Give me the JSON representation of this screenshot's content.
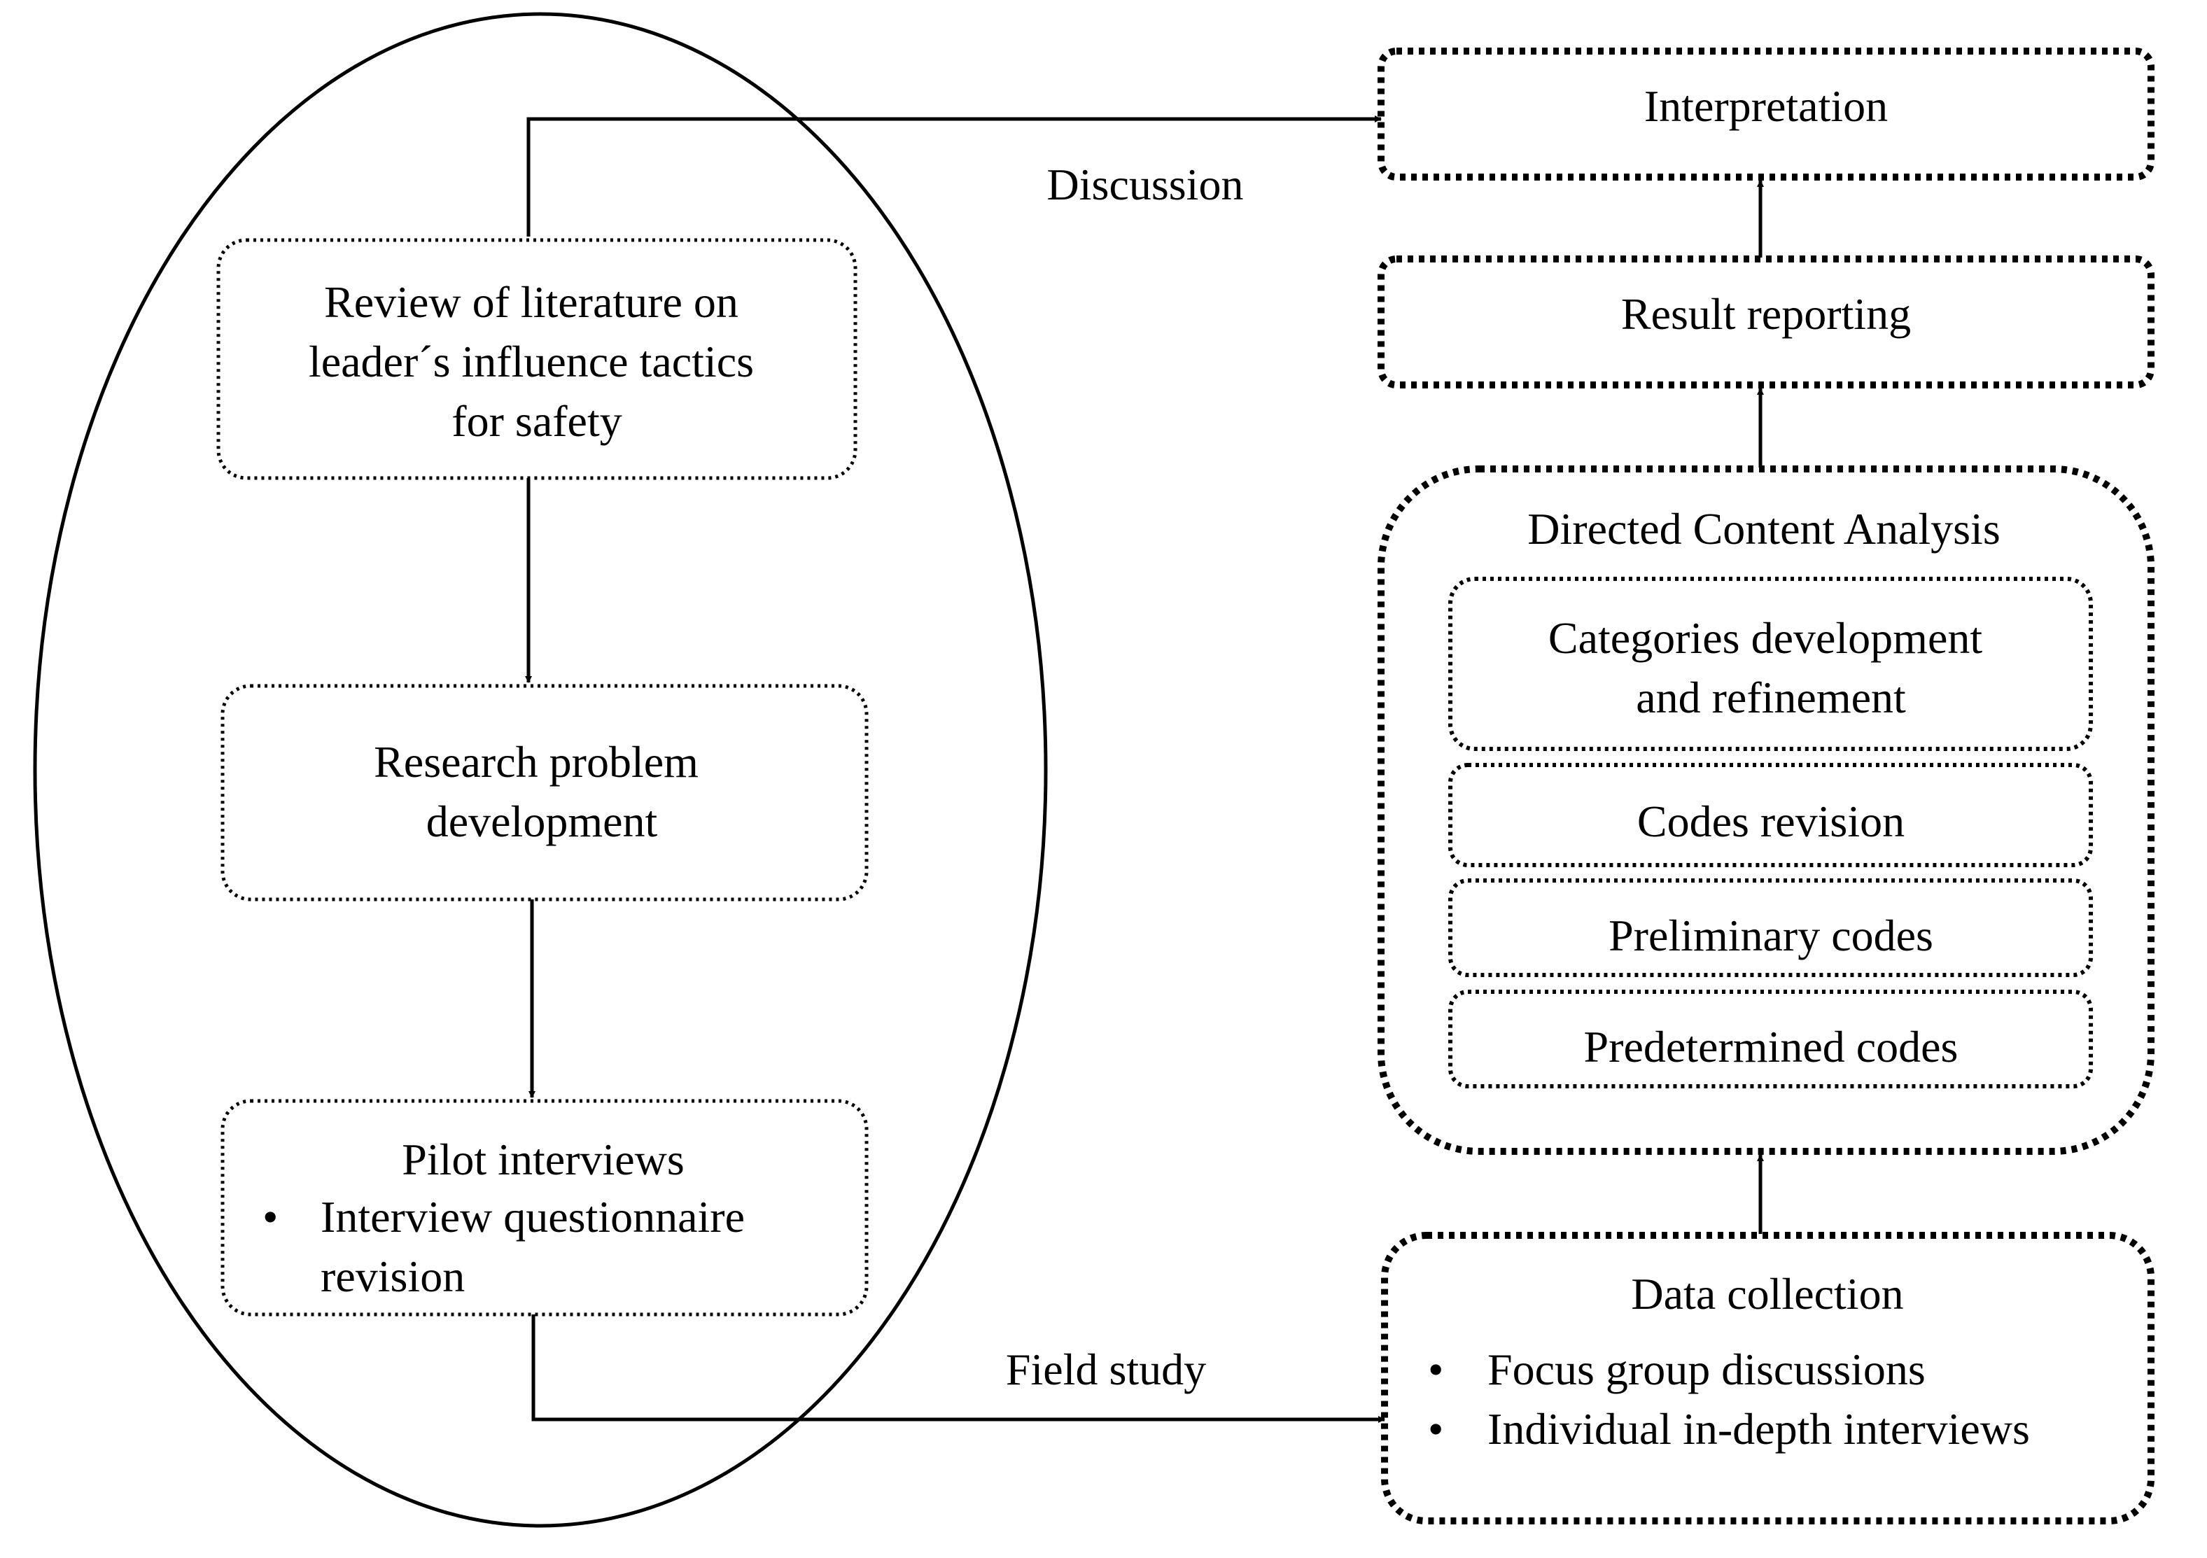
{
  "left_group": {
    "review_lines": [
      "Review of literature on",
      "leader´s influence tactics",
      "for safety"
    ],
    "research_lines": [
      "Research problem",
      "development"
    ],
    "pilot_title": "Pilot interviews",
    "pilot_bullet": "•",
    "pilot_item_lines": [
      "Interview questionnaire",
      "revision"
    ]
  },
  "right_group": {
    "interpretation": "Interpretation",
    "result_reporting": "Result reporting",
    "dca_title": "Directed Content Analysis",
    "categories_lines": [
      "Categories development",
      "and refinement"
    ],
    "codes_revision": "Codes revision",
    "preliminary_codes": "Preliminary codes",
    "predetermined_codes": "Predetermined codes",
    "data_collection_title": "Data collection",
    "data_collection_bullet": "•",
    "data_collection_items": [
      "Focus group discussions",
      "Individual in-depth interviews"
    ]
  },
  "edge_labels": {
    "discussion": "Discussion",
    "field_study": "Field study"
  }
}
